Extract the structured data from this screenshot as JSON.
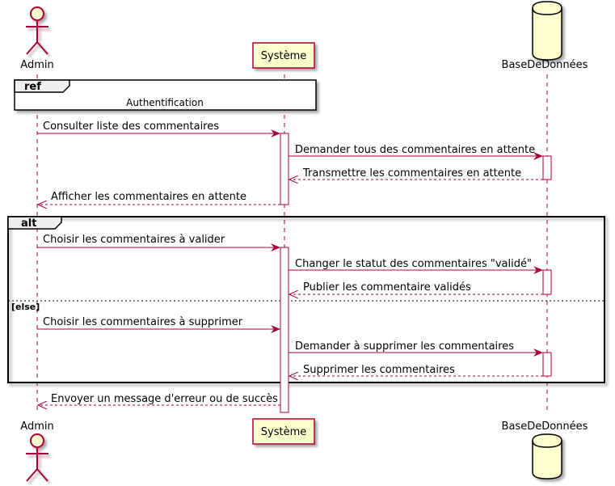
{
  "participants": {
    "admin": "Admin",
    "systeme": "Système",
    "bdd": "BaseDeDonnées"
  },
  "ref_frame": {
    "tag": "ref",
    "label": "Authentification"
  },
  "messages": {
    "m1": "Consulter liste des commentaires",
    "m2": "Demander tous des commentaires en attente",
    "m3": "Transmettre les commentaires en attente",
    "m4": "Afficher les commentaires en attente",
    "m5": "Choisir les commentaires à valider",
    "m6": "Changer le statut des commentaires \"validé\"",
    "m7": "Publier les commentaire validés",
    "m8": "Choisir les commentaires à supprimer",
    "m9": "Demander à supprimer les commentaires",
    "m10": "Supprimer les commentaires",
    "m11": "Envoyer un message d'erreur ou de succès"
  },
  "alt_frame": {
    "tag": "alt",
    "else_label": "[else]"
  },
  "colors": {
    "arrow": "#A80036",
    "participant_fill": "#FEFECE",
    "participant_border": "#A80036",
    "lifeline": "#A80036",
    "frame_tag_fill": "#EEEEEE"
  }
}
